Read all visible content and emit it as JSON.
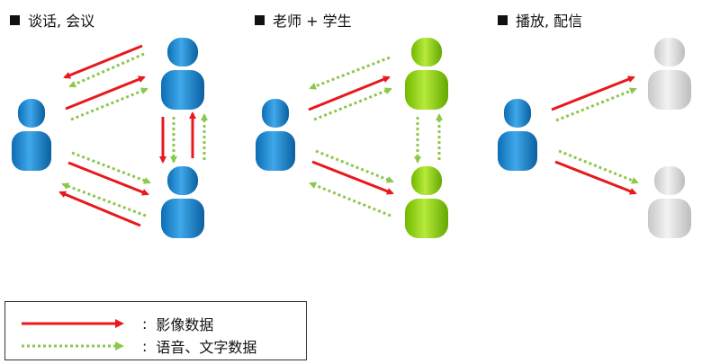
{
  "sections": [
    {
      "title": "谈话, 会议",
      "person_color": "blue"
    },
    {
      "title": "老师 + 学生",
      "person_color": "green"
    },
    {
      "title": "播放, 配信",
      "person_color": "gray"
    }
  ],
  "legend": {
    "items": [
      {
        "style": "solid-red",
        "separator": ":",
        "label": "影像数据"
      },
      {
        "style": "dotted-green",
        "separator": ":",
        "label": "语音、文字数据"
      }
    ]
  },
  "colors": {
    "video_arrow": "#e8191c",
    "audio_arrow": "#8cc84b",
    "blue_person": "#1f8fd6",
    "green_person": "#8fd11f",
    "gray_person": "#d5d5d5"
  }
}
